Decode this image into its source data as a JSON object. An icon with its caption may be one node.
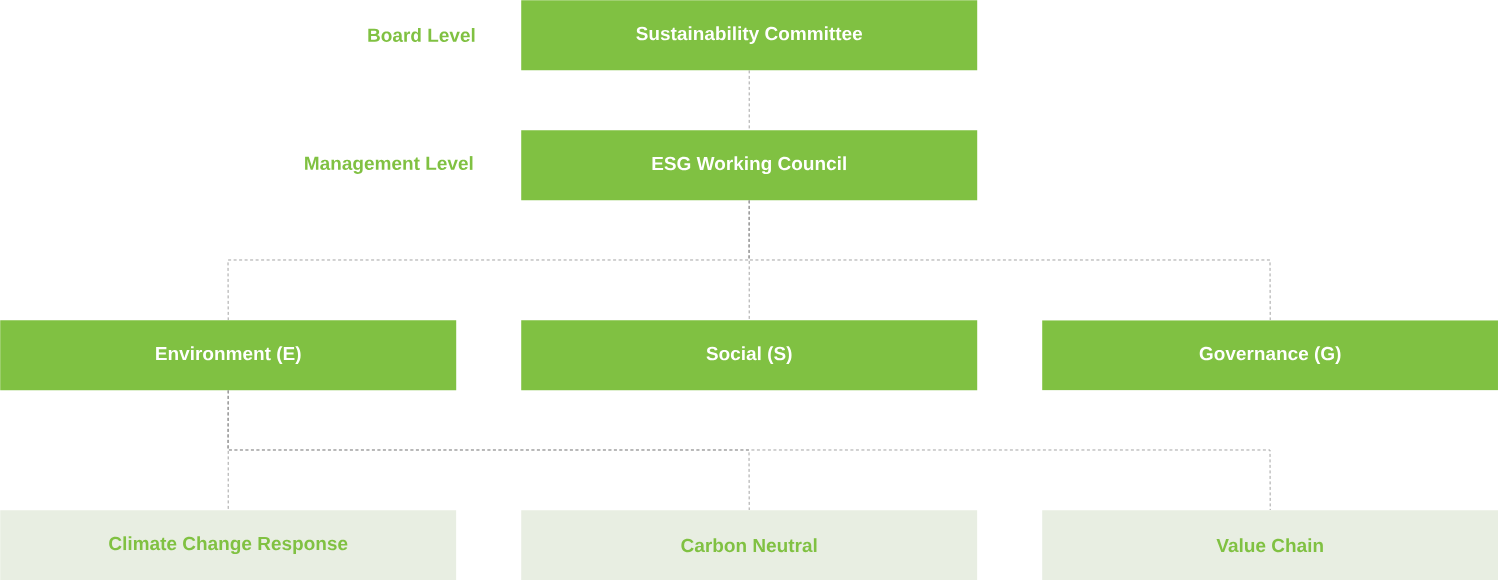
{
  "diagram": {
    "nodes": [
      {
        "text": [
          "Sustainability Committee"
        ]
      },
      {
        "text": [
          "ESG Working Council"
        ]
      },
      {
        "text": [
          "Environment (E)"
        ]
      },
      {
        "text": [
          "Social (S)"
        ]
      },
      {
        "text": [
          "Governance (G)"
        ]
      },
      {
        "text": [
          "Climate Change Response"
        ]
      },
      {
        "text": [
          "Carbon Neutral"
        ]
      },
      {
        "text": [
          "Value Chain"
        ]
      }
    ],
    "edges": [
      {
        "from": 0,
        "to": 1,
        "arrow": "none",
        "style": "dashed"
      },
      {
        "from": 1,
        "to": 2,
        "arrow": "none",
        "style": "dashed"
      },
      {
        "from": 1,
        "to": 3,
        "arrow": "none",
        "style": "dashed"
      },
      {
        "from": 1,
        "to": 4,
        "arrow": "none",
        "style": "dashed"
      },
      {
        "from": 2,
        "to": 5,
        "arrow": "none",
        "style": "dashed"
      },
      {
        "from": 2,
        "to": 6,
        "arrow": "none",
        "style": "dashed"
      },
      {
        "from": 2,
        "to": 7,
        "arrow": "none",
        "style": "dashed"
      }
    ],
    "labels": [
      "Board Level",
      "Management Level"
    ]
  }
}
